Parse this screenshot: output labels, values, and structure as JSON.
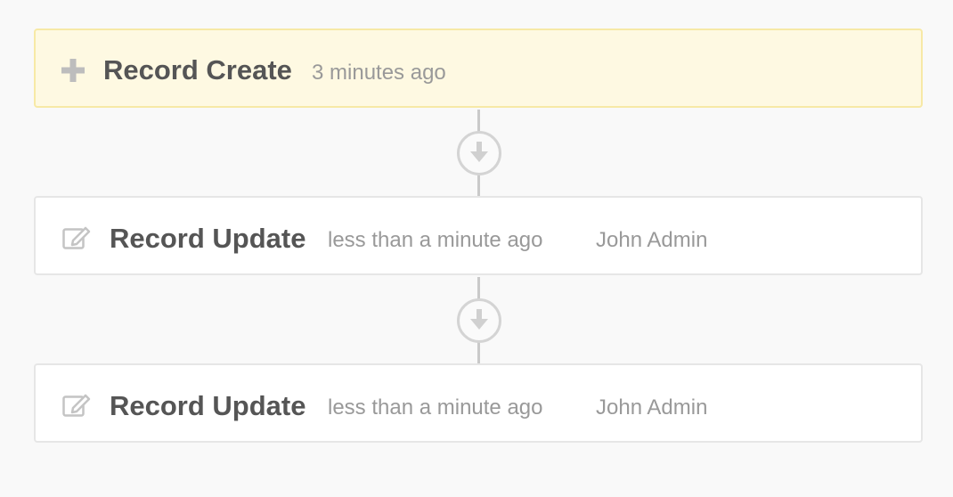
{
  "events": [
    {
      "title": "Record Create",
      "time": "3 minutes ago",
      "icon": "plus-icon"
    },
    {
      "title": "Record Update",
      "time": "less than a minute ago",
      "user": "John Admin",
      "icon": "edit-icon"
    },
    {
      "title": "Record Update",
      "time": "less than a minute ago",
      "user": "John Admin",
      "icon": "edit-icon"
    }
  ],
  "connector_icon": "arrow-down-circle-icon",
  "colors": {
    "create_background": "#fef9e2",
    "create_border": "#f7e9a6",
    "card_background": "#ffffff",
    "card_border": "#e6e6e6",
    "title_text": "#555555",
    "meta_text": "#999999",
    "connector": "#c9c9c9"
  }
}
